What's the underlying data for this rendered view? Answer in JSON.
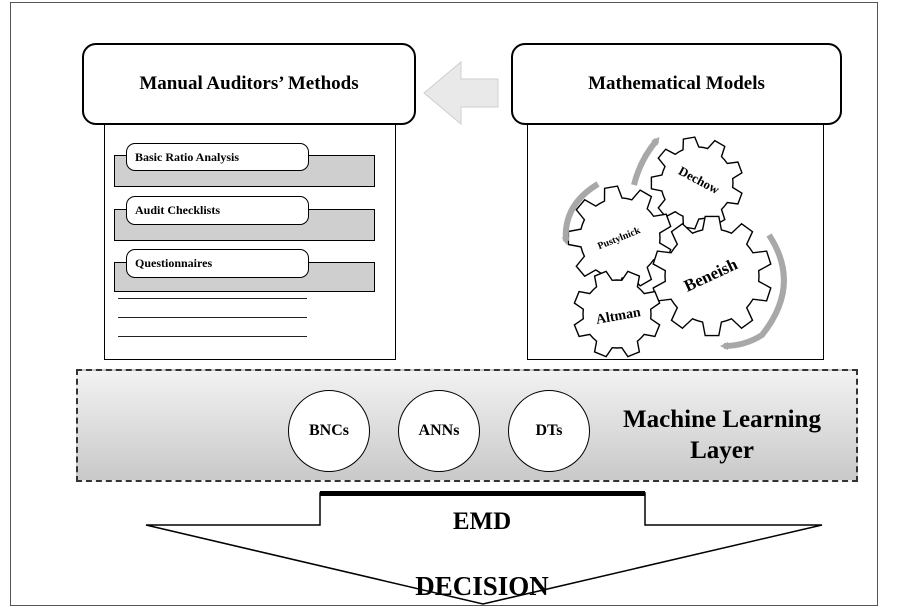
{
  "left_block": {
    "title": "Manual Auditors’ Methods",
    "items": [
      "Basic Ratio Analysis",
      "Audit  Checklists",
      "Questionnaires"
    ]
  },
  "right_block": {
    "title": "Mathematical Models",
    "gears": [
      "Dechow",
      "Pustylnick",
      "Beneish",
      "Altman"
    ]
  },
  "ml_layer": {
    "title_line1": "Machine Learning",
    "title_line2": "Layer",
    "circles": [
      "BNCs",
      "ANNs",
      "DTs"
    ]
  },
  "bottom": {
    "emd": "EMD",
    "decision": "DECISION"
  },
  "colors": {
    "panel_fill": "#ffffff",
    "bar_fill": "#cfcfcf",
    "layer_gradient_top": "#f2f2f2",
    "layer_gradient_bottom": "#c9c9c9",
    "arrow_fill": "#e9e9e9",
    "curved_arrow": "#a8a8a8"
  }
}
